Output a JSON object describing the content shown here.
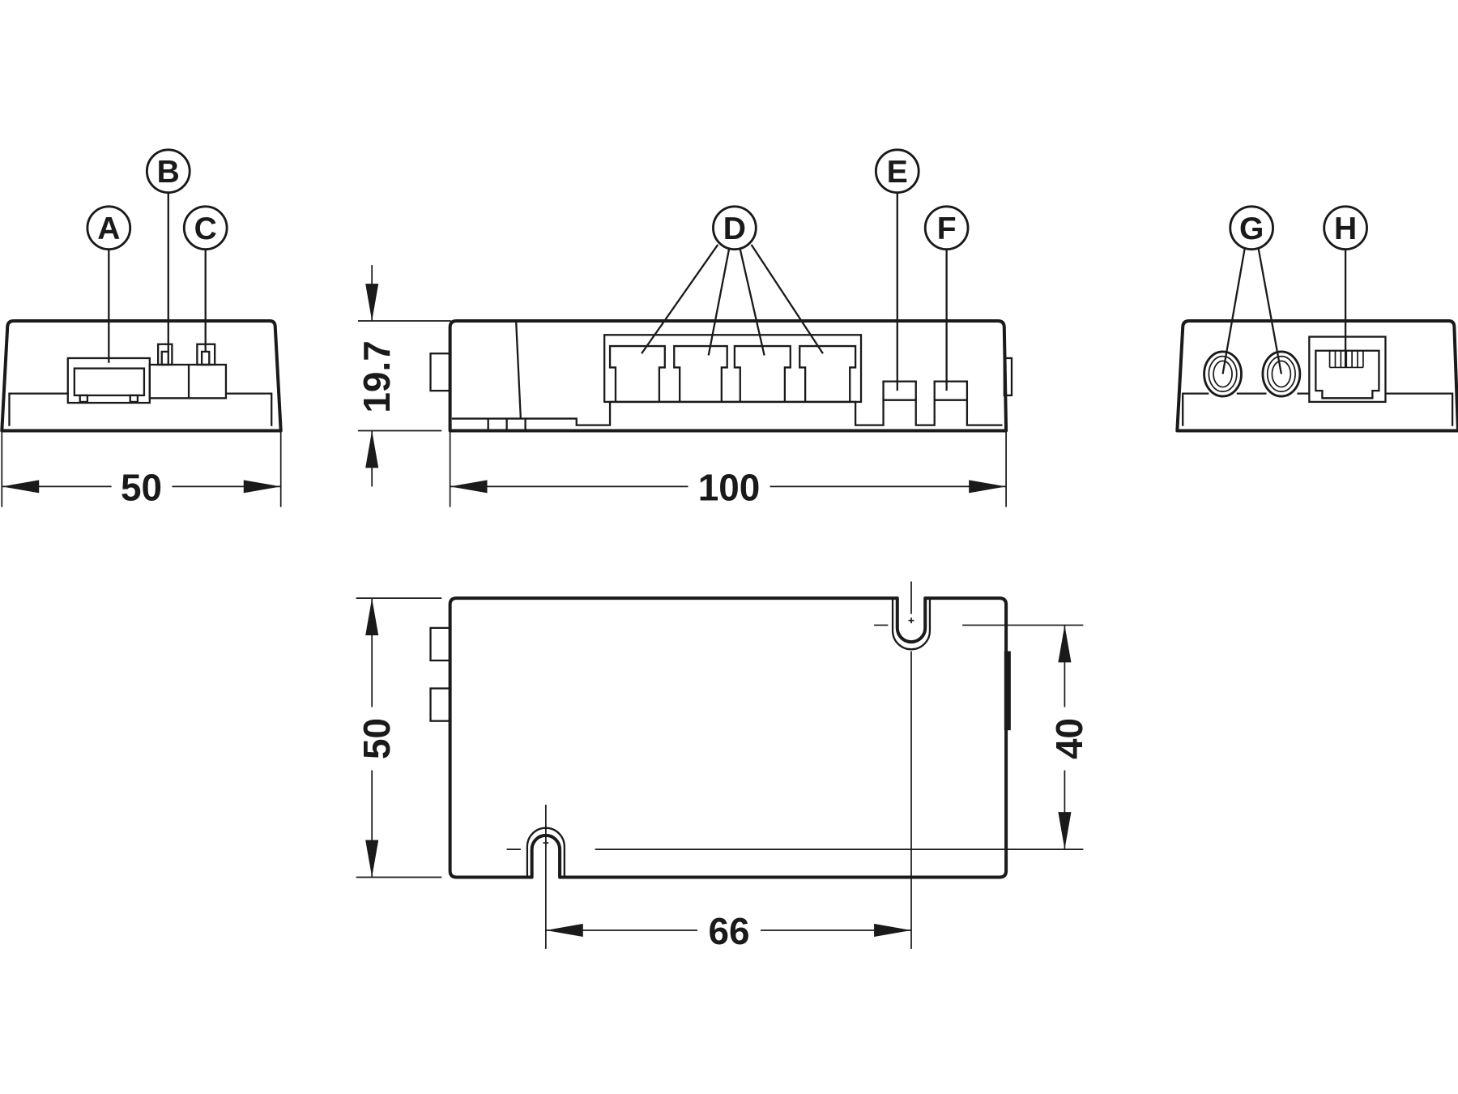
{
  "callouts": {
    "A": "A",
    "B": "B",
    "C": "C",
    "D": "D",
    "E": "E",
    "F": "F",
    "G": "G",
    "H": "H"
  },
  "dimensions": {
    "end_width": "50",
    "height": "19.7",
    "length": "100",
    "depth": "50",
    "hole_spacing_y": "40",
    "hole_spacing_x": "66"
  },
  "colors": {
    "line": "#1a1a1a",
    "background": "#ffffff"
  }
}
